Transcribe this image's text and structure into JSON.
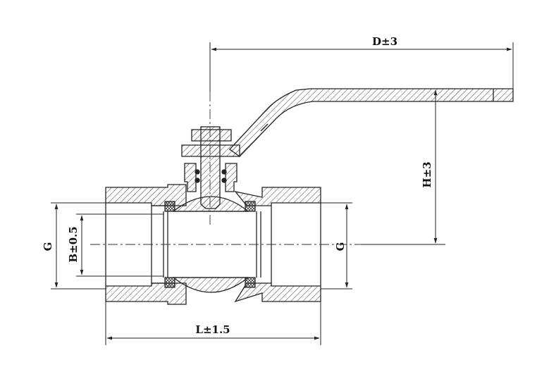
{
  "labels": {
    "dim_d": "D±3",
    "dim_h": "H±3",
    "dim_l": "L±1.5",
    "dim_b": "B±0.5",
    "dim_g_left": "G",
    "dim_g_right": "G"
  },
  "colors": {
    "line": "#222222",
    "hatch": "#444444",
    "background": "#ffffff"
  }
}
